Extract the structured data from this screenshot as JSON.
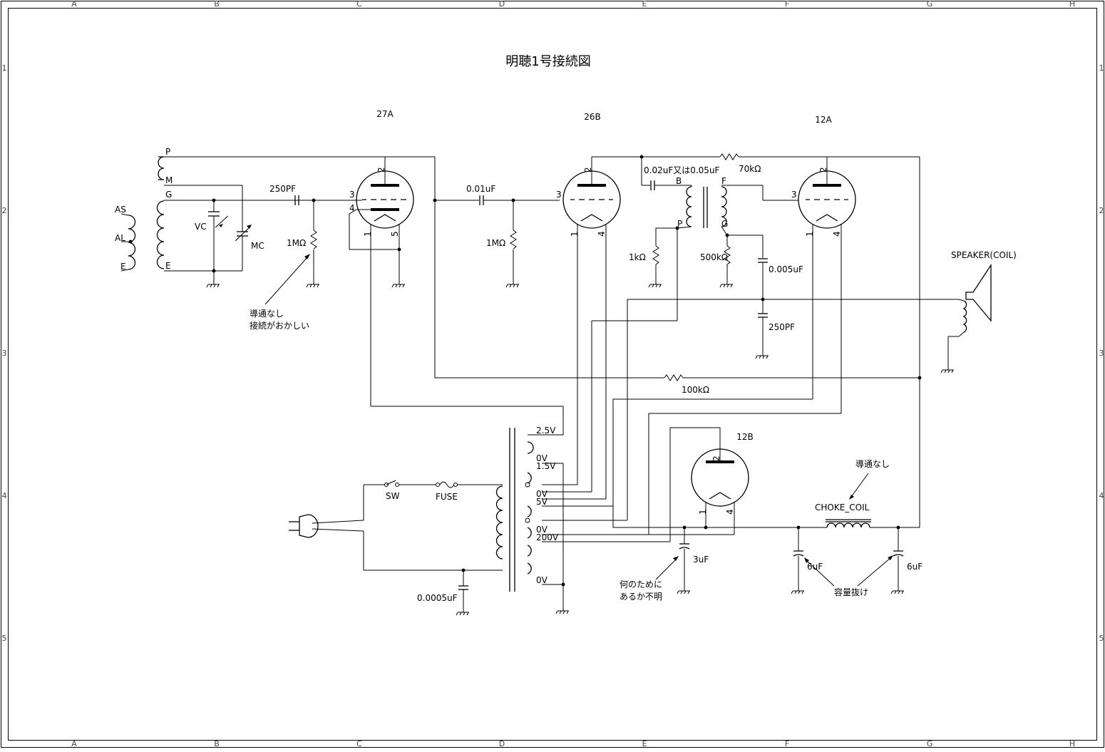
{
  "title": "明聴1号接続図",
  "grid": {
    "columns": [
      "A",
      "B",
      "C",
      "D",
      "E",
      "F",
      "G",
      "H"
    ],
    "rows": [
      "1",
      "2",
      "3",
      "4",
      "5"
    ]
  },
  "tubes": {
    "v1": {
      "type": "27A",
      "pins": {
        "plate": "2",
        "grid": "3",
        "cathode": "4",
        "heater_a": "1",
        "heater_b": "5"
      }
    },
    "v2": {
      "type": "26B",
      "pins": {
        "plate": "2",
        "grid": "3",
        "heater_a": "1",
        "heater_b": "4"
      }
    },
    "v3": {
      "type": "12A",
      "pins": {
        "plate": "2",
        "grid": "3",
        "heater_a": "1",
        "heater_b": "4"
      }
    },
    "v4": {
      "type": "12B",
      "pins": {
        "plate": "2",
        "heater_a": "1",
        "heater_b": "4"
      }
    }
  },
  "antenna_coil": {
    "p": "P",
    "m": "M",
    "g": "G",
    "e": "E",
    "as": "AS",
    "al": "AL",
    "e_in": "E"
  },
  "components": {
    "vc": "VC",
    "mc": "MC",
    "c_grid": "250PF",
    "r_grid1": "1MΩ",
    "c_couple": "0.01uF",
    "r_grid2": "1MΩ",
    "c_interstage": "0.02uF又は0.05uF",
    "r_plate": "70kΩ",
    "r_1k": "1kΩ",
    "r_500k": "500kΩ",
    "c_0005": "0.005uF",
    "c_250pf2": "250PF",
    "r_100k": "100kΩ",
    "c_3u": "3uF",
    "c_6u_a": "6uF",
    "c_6u_b": "6uF",
    "c_line": "0.0005uF",
    "choke": "CHOKE_COIL",
    "speaker": "SPEAKER(COIL)",
    "switch": "SW",
    "fuse": "FUSE"
  },
  "transformer_pins": {
    "b": "B",
    "f": "F",
    "p": "P",
    "g": "G"
  },
  "power_taps": [
    "2.5V",
    "0V",
    "1.5V",
    "0V",
    "5V",
    "0V",
    "200V",
    "0V"
  ],
  "notes": {
    "n1_line1": "導通なし",
    "n1_line2": "接続がおかしい",
    "n2_line1": "何のために",
    "n2_line2": "あるか不明",
    "n3": "容量抜け",
    "n4": "導通なし"
  }
}
